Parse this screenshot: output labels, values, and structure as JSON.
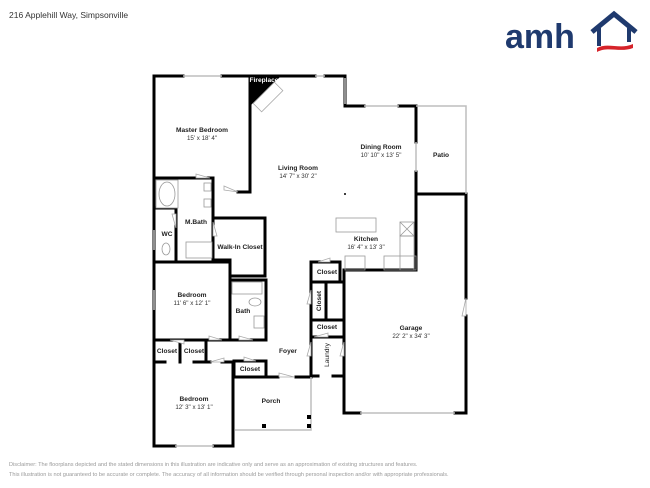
{
  "header": {
    "address": "216 Applehill Way, Simpsonville"
  },
  "logo": {
    "text": "amh",
    "brand_color": "#1f3a6e",
    "accent_color": "#d6232a",
    "icon": "house-icon"
  },
  "floorplan": {
    "rooms": [
      {
        "id": "master-bedroom",
        "name": "Master Bedroom",
        "dims": "15' x 18' 4\""
      },
      {
        "id": "living-room",
        "name": "Living Room",
        "dims": "14' 7\" x 30' 2\""
      },
      {
        "id": "dining-room",
        "name": "Dining Room",
        "dims": "10' 10\" x 13' 5\""
      },
      {
        "id": "patio",
        "name": "Patio",
        "dims": ""
      },
      {
        "id": "fireplace",
        "name": "Fireplace",
        "dims": ""
      },
      {
        "id": "m-bath",
        "name": "M.Bath",
        "dims": ""
      },
      {
        "id": "wc",
        "name": "WC",
        "dims": ""
      },
      {
        "id": "walk-in-closet",
        "name": "Walk-In Closet",
        "dims": ""
      },
      {
        "id": "kitchen",
        "name": "Kitchen",
        "dims": "16' 4\" x 13' 3\""
      },
      {
        "id": "bedroom-1",
        "name": "Bedroom",
        "dims": "11' 6\" x 12' 1\""
      },
      {
        "id": "bath",
        "name": "Bath",
        "dims": ""
      },
      {
        "id": "closet-kitchen",
        "name": "Closet",
        "dims": ""
      },
      {
        "id": "closet-vertical",
        "name": "Closet",
        "dims": ""
      },
      {
        "id": "closet-laundry",
        "name": "Closet",
        "dims": ""
      },
      {
        "id": "garage",
        "name": "Garage",
        "dims": "22' 2\" x 34' 3\""
      },
      {
        "id": "laundry",
        "name": "Laundry",
        "dims": ""
      },
      {
        "id": "closet-a",
        "name": "Closet",
        "dims": ""
      },
      {
        "id": "closet-b",
        "name": "Closet",
        "dims": ""
      },
      {
        "id": "foyer",
        "name": "Foyer",
        "dims": ""
      },
      {
        "id": "closet-foyer",
        "name": "Closet",
        "dims": ""
      },
      {
        "id": "bedroom-2",
        "name": "Bedroom",
        "dims": "12' 3\" x 13' 1\""
      },
      {
        "id": "porch",
        "name": "Porch",
        "dims": ""
      }
    ]
  },
  "footer": {
    "disclaimer_line1": "Disclaimer: The floorplans depicted and the stated dimensions in this illustration are indicative only and serve as an approximation of existing structures and features.",
    "disclaimer_line2": "This illustration is not guaranteed to be accurate or complete. The accuracy of all information should be verified through personal inspection and/or with appropriate professionals."
  }
}
